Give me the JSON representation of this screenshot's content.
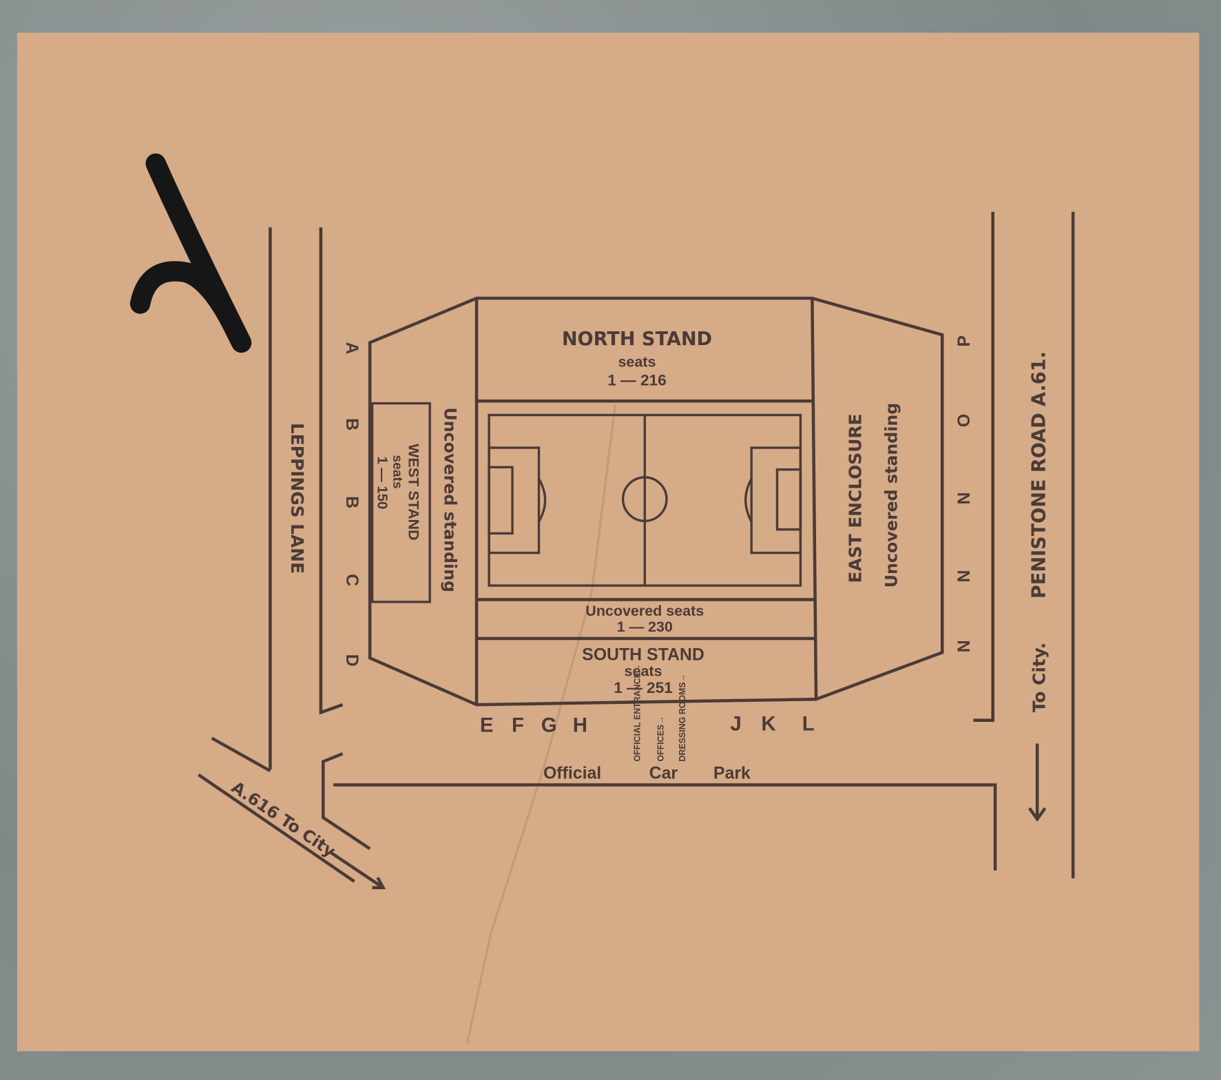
{
  "handwritten_mark": "V",
  "colors": {
    "paper": "#d6ab88",
    "ink": "#4b3b36",
    "background": "#8d9393"
  },
  "roads": {
    "left": "LEPPINGS LANE",
    "diagonal": "A.616  To City",
    "right": "PENISTONE ROAD   A.61.",
    "right_direction": "To City."
  },
  "stands": {
    "north": {
      "name": "NORTH STAND",
      "seats_label": "seats",
      "range": "1 — 216"
    },
    "south": {
      "name": "SOUTH STAND",
      "seats_label": "seats",
      "range": "1 — 251"
    },
    "south_upper": {
      "name": "Uncovered  seats",
      "range": "1 — 230"
    },
    "west": {
      "name": "WEST  STAND",
      "seats_label": "seats",
      "range": "1 — 150"
    },
    "west_standing": "Uncovered standing",
    "east": {
      "name": "EAST ENCLOSURE",
      "sub": "Uncovered standing"
    }
  },
  "gates_west": [
    "A",
    "B",
    "B",
    "C",
    "D"
  ],
  "gates_south_left": [
    "E",
    "F",
    "G",
    "H"
  ],
  "gates_south_right": [
    "J",
    "K",
    "L"
  ],
  "gates_east": [
    "P",
    "O",
    "N",
    "N",
    "N"
  ],
  "entrances": [
    "OFFICIAL ENTRANCE→",
    "OFFICES→",
    "DRESSING ROOMS→"
  ],
  "car_park": [
    "Official",
    "Car",
    "Park"
  ]
}
